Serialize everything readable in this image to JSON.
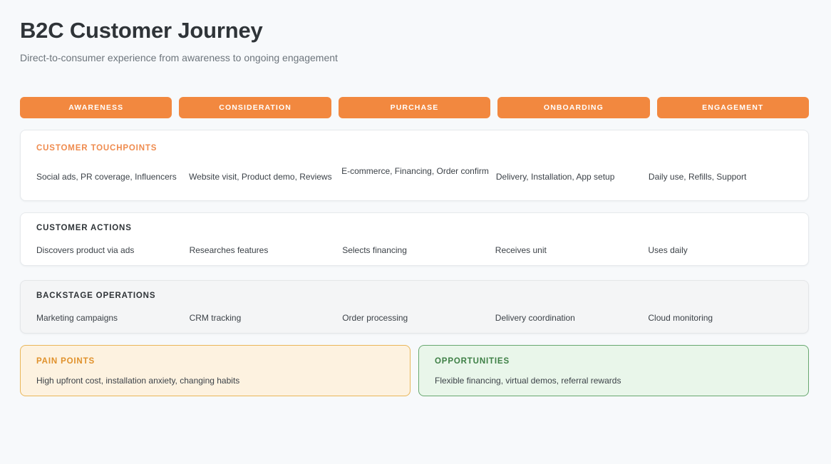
{
  "header": {
    "title": "B2C Customer Journey",
    "subtitle": "Direct-to-consumer experience from awareness to ongoing engagement"
  },
  "colors": {
    "page_background": "#f7f9fb",
    "stage_orange": "#f2883f",
    "accent_heading": "#ef8b4e",
    "pain_background": "#fdf2e0",
    "pain_border": "#e9b659",
    "pain_heading": "#e0912b",
    "opportunity_background": "#e9f6ea",
    "opportunity_border": "#68a870",
    "opportunity_heading": "#3d7f45",
    "backstage_background": "#f4f5f6"
  },
  "stages": [
    {
      "label": "AWARENESS"
    },
    {
      "label": "CONSIDERATION"
    },
    {
      "label": "PURCHASE"
    },
    {
      "label": "ONBOARDING"
    },
    {
      "label": "ENGAGEMENT"
    }
  ],
  "rows": [
    {
      "label": "CUSTOMER TOUCHPOINTS",
      "cells": [
        "Social ads, PR coverage, Influencers",
        "Website visit, Product demo, Reviews",
        "E-commerce, Financing, Order confirm",
        "Delivery, Installation, App setup",
        "Daily use, Refills, Support"
      ]
    },
    {
      "label": "CUSTOMER ACTIONS",
      "cells": [
        "Discovers product via ads",
        "Researches features",
        "Selects financing",
        "Receives unit",
        "Uses daily"
      ]
    },
    {
      "label": "BACKSTAGE OPERATIONS",
      "cells": [
        "Marketing campaigns",
        "CRM tracking",
        "Order processing",
        "Delivery coordination",
        "Cloud monitoring"
      ]
    }
  ],
  "panels": {
    "pain": {
      "label": "PAIN POINTS",
      "text": "High upfront cost, installation anxiety, changing habits"
    },
    "opportunities": {
      "label": "OPPORTUNITIES",
      "text": "Flexible financing, virtual demos, referral rewards"
    }
  }
}
